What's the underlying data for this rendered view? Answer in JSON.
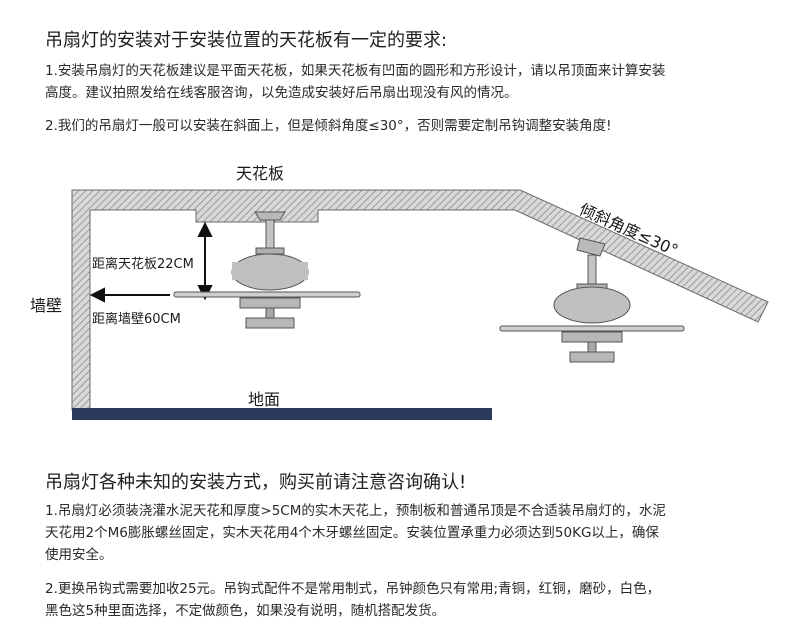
{
  "section1": {
    "title": "吊扇灯的安装对于安装位置的天花板有一定的要求:",
    "para1_line1": "1.安装吊扇灯的天花板建议是平面天花板，如果天花板有凹面的圆形和方形设计，请以吊顶面来计算安装",
    "para1_line2": "高度。建议拍照发给在线客服咨询，以免造成安装好后吊扇出现没有风的情况。",
    "para2": "2.我们的吊扇灯一般可以安装在斜面上，但是倾斜角度≤30°，否则需要定制吊钩调整安装角度!"
  },
  "diagram": {
    "ceiling_label": "天花板",
    "slope_label": "倾斜角度≤30°",
    "wall_label": "墙壁",
    "floor_label": "地面",
    "ceiling_distance": "距离天花板22CM",
    "wall_distance": "距离墙壁60CM"
  },
  "section2": {
    "title": "吊扇灯各种未知的安装方式，购买前请注意咨询确认!",
    "para1_line1": "1.吊扇灯必须装浇灌水泥天花和厚度>5CM的实木天花上，预制板和普通吊顶是不合适装吊扇灯的，水泥",
    "para1_line2": "天花用2个M6膨胀螺丝固定，实木天花用4个木牙螺丝固定。安装位置承重力必须达到50KG以上，确保",
    "para1_line3": "使用安全。",
    "para2_line1": "2.更换吊钩式需要加收25元。吊钩式配件不是常用制式，吊钟颜色只有常用;青铜，红铜，磨砂，白色，",
    "para2_line2": "黑色这5种里面选择，不定做颜色，如果没有说明，随机搭配发货。"
  },
  "colors": {
    "hatch": "#8c8c8c",
    "hatch_bg": "#d9d9d9",
    "floor": "#2b3a5c",
    "fan": "#b9b9b9",
    "fan_stroke": "#555555"
  }
}
